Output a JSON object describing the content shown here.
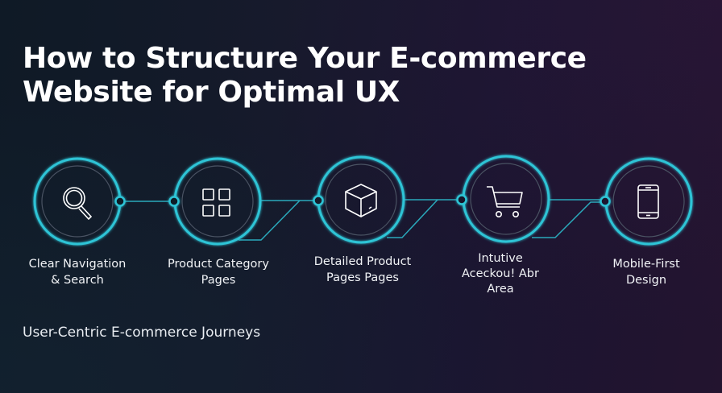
{
  "title": {
    "line1": "How to Structure Your E-commerce",
    "line2": "Website for Optimal UX"
  },
  "steps": [
    {
      "icon": "search-icon",
      "line1": "Clear Navigation",
      "line2": "& Search"
    },
    {
      "icon": "grid-icon",
      "line1": "Product Category",
      "line2": "Pages"
    },
    {
      "icon": "box-icon",
      "line1": "Detailed Product",
      "line2": "Pages Pages"
    },
    {
      "icon": "cart-icon",
      "line1": "Intutive",
      "line2": "Aceckou! Abr",
      "line3": "Area"
    },
    {
      "icon": "smartphone-icon",
      "line1": "Mobile-First",
      "line2": "Design"
    }
  ],
  "caption": "User-Centric E-commerce Journeys",
  "colors": {
    "accent": "#2ec4d6",
    "inner_ring": "#4a5363",
    "text": "#ffffff"
  }
}
